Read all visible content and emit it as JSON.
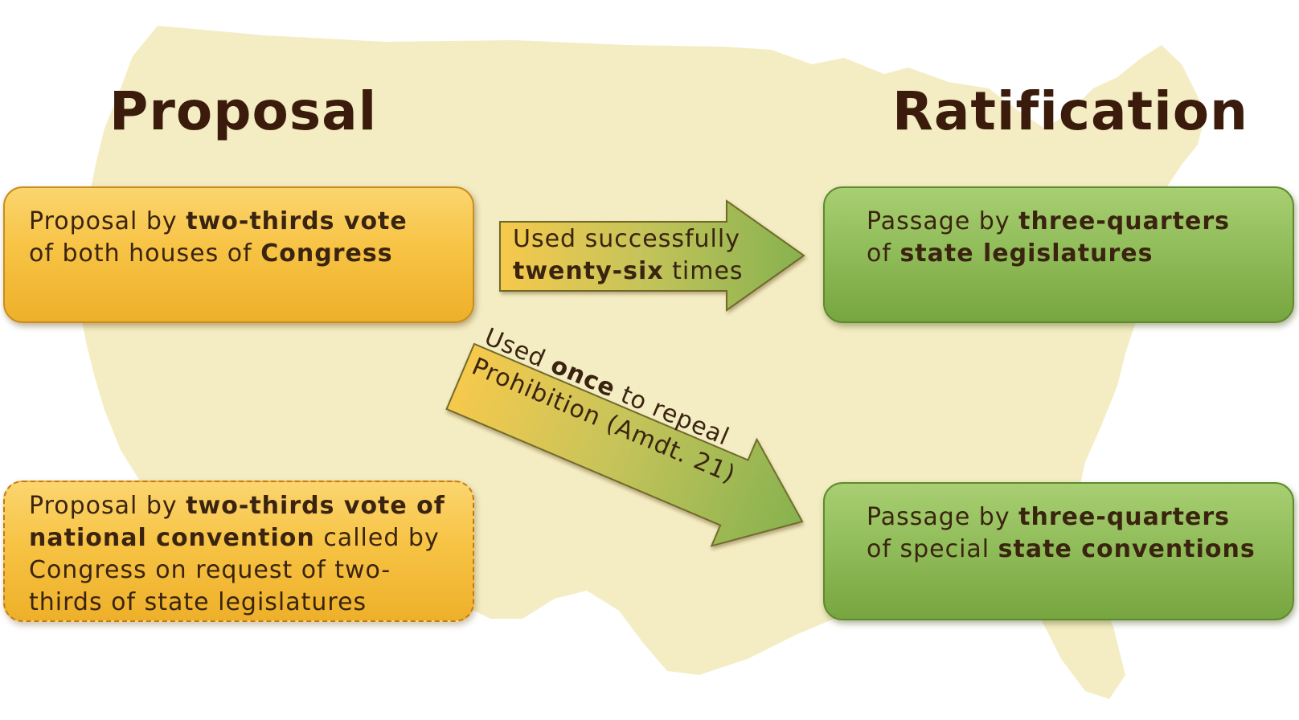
{
  "headings": {
    "proposal": "Proposal",
    "ratification": "Ratification"
  },
  "proposal_congress": {
    "p1": "Proposal by ",
    "b1": "two-thirds vote",
    "p2": "of both houses of ",
    "b2": "Congress"
  },
  "proposal_convention": {
    "p1": "Proposal by ",
    "b1": "two-thirds vote of",
    "b2": "national convention",
    "p2": " called by",
    "p3": "Congress on request of two-",
    "p4": "thirds of state legislatures"
  },
  "ratification_legislatures": {
    "p1": "Passage by ",
    "b1": "three-quarters",
    "p2": "of ",
    "b2": "state legislatures"
  },
  "ratification_conventions": {
    "p1": "Passage by ",
    "b1": "three-quarters",
    "p2": "of special ",
    "b2": "state conventions"
  },
  "arrow_straight": {
    "line1": "Used successfully",
    "b1": "twenty-six",
    "line2": " times"
  },
  "arrow_diagonal": {
    "p1": "Used ",
    "b1": "once",
    "p2": " to repeal",
    "line2": "Prohibition (Amdt. 21)"
  },
  "colors": {
    "map": "#f5eec4",
    "orange": "#f7c344",
    "green": "#8fbb58",
    "heading": "#3b1c0c"
  }
}
